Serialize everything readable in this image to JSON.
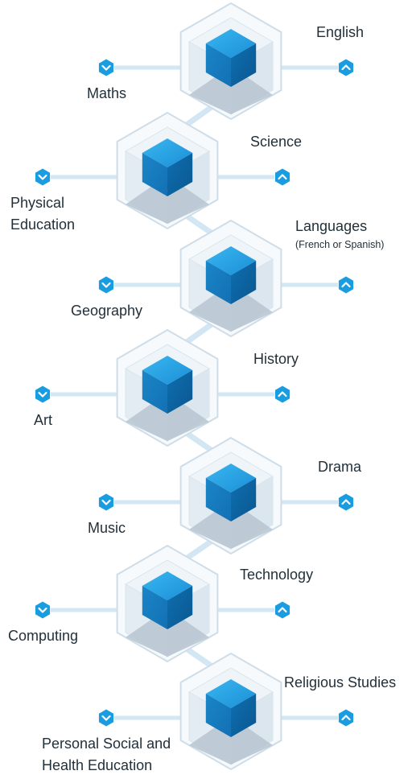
{
  "colors": {
    "accent": "#1a9de0",
    "accent_dark": "#0b5f9c",
    "frame_light": "#eaf1f6",
    "frame_stroke": "#cfdde8",
    "frame_shadow": "#b9c7d2",
    "connector": "#d3e6f3",
    "text": "#22303a"
  },
  "subjects": [
    {
      "left": {
        "label": "Maths",
        "icon": "chevron-down-icon"
      },
      "right": {
        "label": "English",
        "icon": "chevron-up-icon"
      }
    },
    {
      "left": {
        "label": "Physical\nEducation",
        "icon": "chevron-down-icon"
      },
      "right": {
        "label": "Science",
        "icon": "chevron-up-icon"
      }
    },
    {
      "left": {
        "label": "Geography",
        "icon": "chevron-down-icon"
      },
      "right": {
        "label": "Languages",
        "sub": "(French or Spanish)",
        "icon": "chevron-up-icon"
      }
    },
    {
      "left": {
        "label": "Art",
        "icon": "chevron-down-icon"
      },
      "right": {
        "label": "History",
        "icon": "chevron-up-icon"
      }
    },
    {
      "left": {
        "label": "Music",
        "icon": "chevron-down-icon"
      },
      "right": {
        "label": "Drama",
        "icon": "chevron-up-icon"
      }
    },
    {
      "left": {
        "label": "Computing",
        "icon": "chevron-down-icon"
      },
      "right": {
        "label": "Technology",
        "icon": "chevron-up-icon"
      }
    },
    {
      "left": {
        "label": "Personal Social and\nHealth Education",
        "icon": "chevron-down-icon"
      },
      "right": {
        "label": "Religious Studies",
        "icon": "chevron-up-icon"
      }
    }
  ]
}
